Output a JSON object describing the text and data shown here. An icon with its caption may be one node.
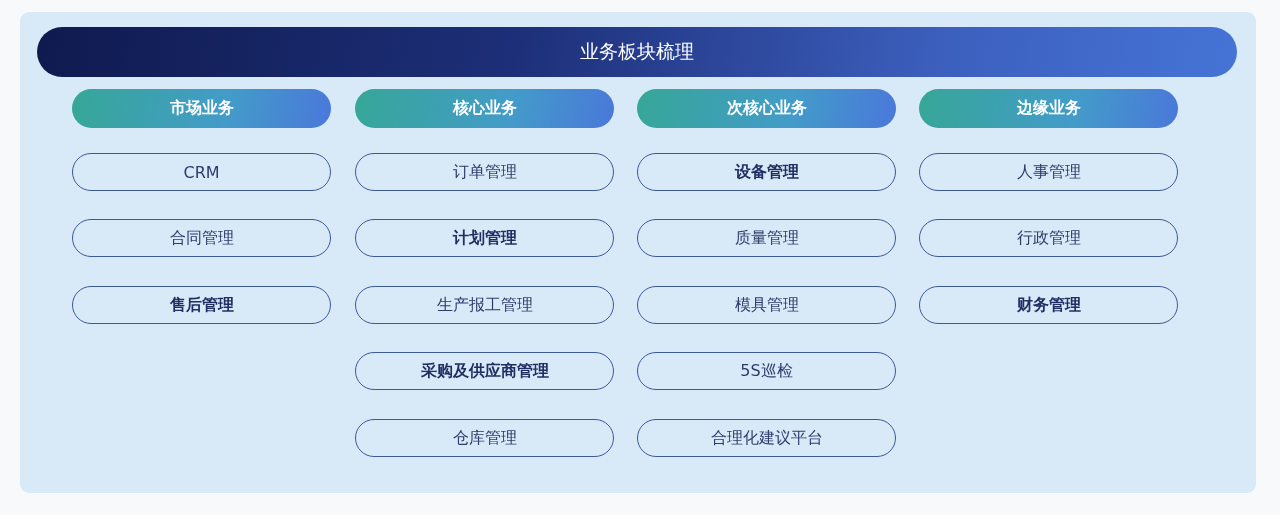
{
  "diagram": {
    "nodes": [
      {
        "text": [
          "业务板块梳理"
        ]
      },
      {
        "text": [
          "市场业务"
        ]
      },
      {
        "text": [
          "CRM"
        ]
      },
      {
        "text": [
          "合同管理"
        ]
      },
      {
        "text": [
          "售后管理"
        ]
      },
      {
        "text": [
          "核心业务"
        ]
      },
      {
        "text": [
          "订单管理"
        ]
      },
      {
        "text": [
          "计划管理"
        ]
      },
      {
        "text": [
          "生产报工管理"
        ]
      },
      {
        "text": [
          "采购及供应商管理"
        ]
      },
      {
        "text": [
          "仓库管理"
        ]
      },
      {
        "text": [
          "次核心业务"
        ]
      },
      {
        "text": [
          "设备管理"
        ]
      },
      {
        "text": [
          "质量管理"
        ]
      },
      {
        "text": [
          "模具管理"
        ]
      },
      {
        "text": [
          "5S巡检"
        ]
      },
      {
        "text": [
          "合理化建议平台"
        ]
      },
      {
        "text": [
          "边缘业务"
        ]
      },
      {
        "text": [
          "人事管理"
        ]
      },
      {
        "text": [
          "行政管理"
        ]
      },
      {
        "text": [
          "财务管理"
        ]
      }
    ],
    "edges": []
  }
}
